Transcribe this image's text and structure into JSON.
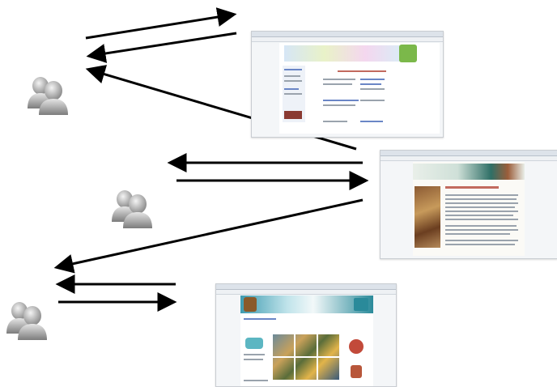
{
  "diagram": {
    "nodes": [
      {
        "id": "user-group-1",
        "kind": "user-group-icon"
      },
      {
        "id": "user-group-2",
        "kind": "user-group-icon"
      },
      {
        "id": "user-group-3",
        "kind": "user-group-icon"
      },
      {
        "id": "website-1",
        "kind": "website-screenshot"
      },
      {
        "id": "website-2",
        "kind": "website-screenshot"
      },
      {
        "id": "website-3",
        "kind": "website-screenshot"
      }
    ],
    "edges": [
      {
        "from": "user-group-1",
        "to": "website-1"
      },
      {
        "from": "website-1",
        "to": "user-group-1"
      },
      {
        "from": "website-2",
        "to": "user-group-1"
      },
      {
        "from": "website-2",
        "to": "user-group-2"
      },
      {
        "from": "user-group-2",
        "to": "website-2"
      },
      {
        "from": "website-2",
        "to": "user-group-3"
      },
      {
        "from": "website-3",
        "to": "user-group-3"
      },
      {
        "from": "user-group-3",
        "to": "website-3"
      }
    ],
    "colors": {
      "arrow": "#000000",
      "user_icon_light": "#d8d8d8",
      "user_icon_dark": "#8c8c8c",
      "site1_accent": "#7bb84a",
      "site2_accent": "#2f6f66",
      "site3_accent": "#2a8a9a"
    }
  }
}
